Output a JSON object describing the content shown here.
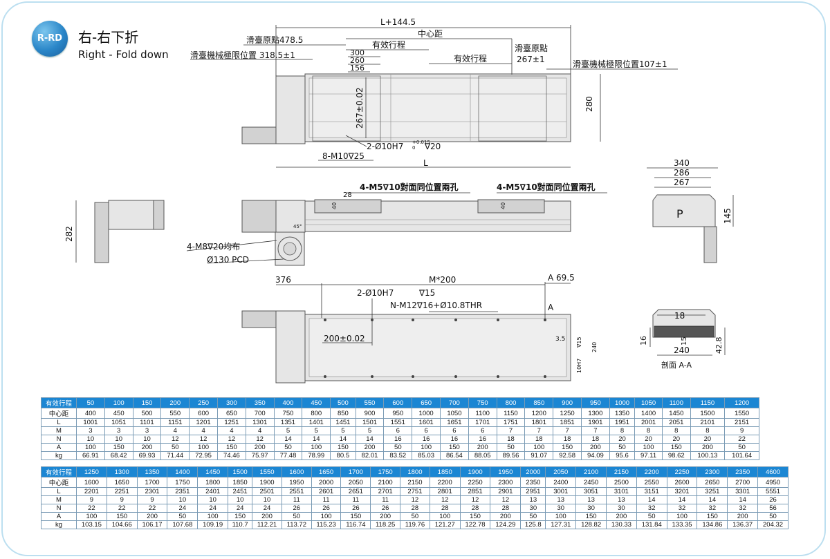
{
  "logo": "R-RD",
  "title_cn": "右-右下折",
  "title_en": "Right - Fold down",
  "drawing_labels": {
    "l_plus": "L+144.5",
    "center_dist": "中心距",
    "home_left": "滑臺原點478.5",
    "eff_stroke_1": "有效行程",
    "eff_stroke_2": "有效行程",
    "mech_limit_left": "滑臺機械極限位置 318.5±1",
    "dim_300": "300",
    "dim_260": "260",
    "dim_156": "156",
    "home_right": "滑臺原點",
    "home_right_val": "267±1",
    "mech_limit_right": "滑臺機械極限位置107±1",
    "dim_280": "280",
    "dim_267": "267±0.02",
    "pin_hole": "2-Ø10H7",
    "pin_tol": "+0.015",
    "pin_tol2": "0",
    "pin_depth": "∇20",
    "m10": "8-M10∇25",
    "L": "L",
    "m5_left": "4-M5∇10對面同位置兩孔",
    "m5_right": "4-M5∇10對面同位置兩孔",
    "dim_28": "28",
    "dim_40a": "40",
    "dim_40b": "40",
    "dim_282": "282",
    "m8": "4-M8∇20均布",
    "pcd": "Ø130 PCD",
    "deg45": "45°",
    "dim_340": "340",
    "dim_286": "286",
    "dim_267b": "267",
    "dim_145": "145",
    "dim_376": "376",
    "m200": "M*200",
    "a_label": "A",
    "dim_69_5": "69.5",
    "pin_hole2": "2-Ø10H7",
    "pin_depth2": "∇15",
    "n_m12": "N-M12∇16+Ø10.8THR",
    "a_mark": "A",
    "dim_200": "200±0.02",
    "dim_3_5": "3.5",
    "side_pin": "10H7",
    "side_pin_depth": "∇15",
    "dim_240": "240",
    "dim_18": "18",
    "dim_16": "16",
    "dim_15": "15",
    "dim_240b": "240",
    "dim_42_8": "42.8",
    "section": "剖面 A-A",
    "logo_mark": "P"
  },
  "table1": {
    "labels": [
      "有效行程",
      "中心距",
      "L",
      "M",
      "N",
      "A",
      "kg"
    ],
    "rows": [
      [
        "50",
        "100",
        "150",
        "200",
        "250",
        "300",
        "350",
        "400",
        "450",
        "500",
        "550",
        "600",
        "650",
        "700",
        "750",
        "800",
        "850",
        "900",
        "950",
        "1000",
        "1050",
        "1100",
        "1150",
        "1200"
      ],
      [
        "400",
        "450",
        "500",
        "550",
        "600",
        "650",
        "700",
        "750",
        "800",
        "850",
        "900",
        "950",
        "1000",
        "1050",
        "1100",
        "1150",
        "1200",
        "1250",
        "1300",
        "1350",
        "1400",
        "1450",
        "1500",
        "1550"
      ],
      [
        "1001",
        "1051",
        "1101",
        "1151",
        "1201",
        "1251",
        "1301",
        "1351",
        "1401",
        "1451",
        "1501",
        "1551",
        "1601",
        "1651",
        "1701",
        "1751",
        "1801",
        "1851",
        "1901",
        "1951",
        "2001",
        "2051",
        "2101",
        "2151"
      ],
      [
        "3",
        "3",
        "3",
        "4",
        "4",
        "4",
        "4",
        "5",
        "5",
        "5",
        "5",
        "6",
        "6",
        "6",
        "6",
        "7",
        "7",
        "7",
        "7",
        "8",
        "8",
        "8",
        "8",
        "9"
      ],
      [
        "10",
        "10",
        "10",
        "12",
        "12",
        "12",
        "12",
        "14",
        "14",
        "14",
        "14",
        "16",
        "16",
        "16",
        "16",
        "18",
        "18",
        "18",
        "18",
        "20",
        "20",
        "20",
        "20",
        "22"
      ],
      [
        "100",
        "150",
        "200",
        "50",
        "100",
        "150",
        "200",
        "50",
        "100",
        "150",
        "200",
        "50",
        "100",
        "150",
        "200",
        "50",
        "100",
        "150",
        "200",
        "50",
        "100",
        "150",
        "200",
        "50"
      ],
      [
        "66.91",
        "68.42",
        "69.93",
        "71.44",
        "72.95",
        "74.46",
        "75.97",
        "77.48",
        "78.99",
        "80.5",
        "82.01",
        "83.52",
        "85.03",
        "86.54",
        "88.05",
        "89.56",
        "91.07",
        "92.58",
        "94.09",
        "95.6",
        "97.11",
        "98.62",
        "100.13",
        "101.64"
      ]
    ]
  },
  "table2": {
    "labels": [
      "有效行程",
      "中心距",
      "L",
      "M",
      "N",
      "A",
      "kg"
    ],
    "rows": [
      [
        "1250",
        "1300",
        "1350",
        "1400",
        "1450",
        "1500",
        "1550",
        "1600",
        "1650",
        "1700",
        "1750",
        "1800",
        "1850",
        "1900",
        "1950",
        "2000",
        "2050",
        "2100",
        "2150",
        "2200",
        "2250",
        "2300",
        "2350",
        "4600"
      ],
      [
        "1600",
        "1650",
        "1700",
        "1750",
        "1800",
        "1850",
        "1900",
        "1950",
        "2000",
        "2050",
        "2100",
        "2150",
        "2200",
        "2250",
        "2300",
        "2350",
        "2400",
        "2450",
        "2500",
        "2550",
        "2600",
        "2650",
        "2700",
        "4950"
      ],
      [
        "2201",
        "2251",
        "2301",
        "2351",
        "2401",
        "2451",
        "2501",
        "2551",
        "2601",
        "2651",
        "2701",
        "2751",
        "2801",
        "2851",
        "2901",
        "2951",
        "3001",
        "3051",
        "3101",
        "3151",
        "3201",
        "3251",
        "3301",
        "5551"
      ],
      [
        "9",
        "9",
        "9",
        "10",
        "10",
        "10",
        "10",
        "11",
        "11",
        "11",
        "11",
        "12",
        "12",
        "12",
        "12",
        "13",
        "13",
        "13",
        "13",
        "14",
        "14",
        "14",
        "14",
        "26"
      ],
      [
        "22",
        "22",
        "22",
        "24",
        "24",
        "24",
        "24",
        "26",
        "26",
        "26",
        "26",
        "28",
        "28",
        "28",
        "28",
        "30",
        "30",
        "30",
        "30",
        "32",
        "32",
        "32",
        "32",
        "56"
      ],
      [
        "100",
        "150",
        "200",
        "50",
        "100",
        "150",
        "200",
        "50",
        "100",
        "150",
        "200",
        "50",
        "100",
        "150",
        "200",
        "50",
        "100",
        "150",
        "200",
        "50",
        "100",
        "150",
        "200",
        "50"
      ],
      [
        "103.15",
        "104.66",
        "106.17",
        "107.68",
        "109.19",
        "110.7",
        "112.21",
        "113.72",
        "115.23",
        "116.74",
        "118.25",
        "119.76",
        "121.27",
        "122.78",
        "124.29",
        "125.8",
        "127.31",
        "128.82",
        "130.33",
        "131.84",
        "133.35",
        "134.86",
        "136.37",
        "204.32"
      ]
    ]
  }
}
